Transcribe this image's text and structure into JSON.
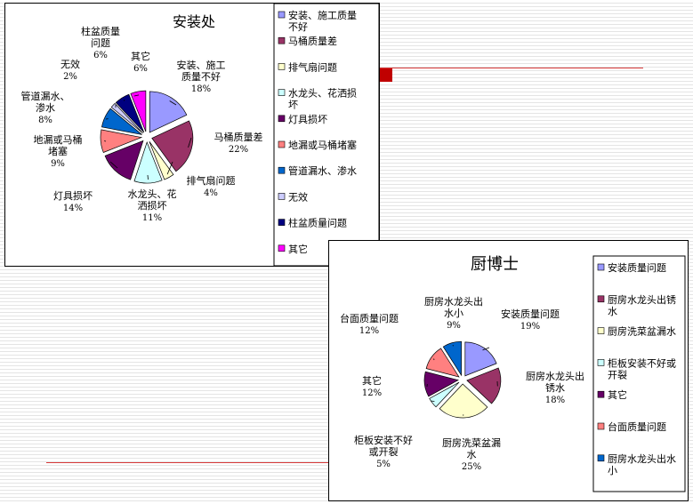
{
  "chart_data": [
    {
      "type": "pie",
      "title": "安装处",
      "legend_position": "right",
      "slices": [
        {
          "name": "安装、施工质量不好",
          "label": "安装、施工\n质量不好",
          "value": 18,
          "pct": "18%",
          "color": "#9999ff"
        },
        {
          "name": "马桶质量差",
          "label": "马桶质量差",
          "value": 22,
          "pct": "22%",
          "color": "#993366"
        },
        {
          "name": "排气扇问题",
          "label": "排气扇问题",
          "value": 4,
          "pct": "4%",
          "color": "#ffffcc"
        },
        {
          "name": "水龙头、花洒损坏",
          "label": "水龙头、花\n洒损坏",
          "value": 11,
          "pct": "11%",
          "color": "#ccffff"
        },
        {
          "name": "灯具损坏",
          "label": "灯具损坏",
          "value": 14,
          "pct": "14%",
          "color": "#660066"
        },
        {
          "name": "地漏或马桶堵塞",
          "label": "地漏或马桶\n堵塞",
          "value": 9,
          "pct": "9%",
          "color": "#ff8080"
        },
        {
          "name": "管道漏水、渗水",
          "label": "管道漏水、\n渗水",
          "value": 8,
          "pct": "8%",
          "color": "#0066cc"
        },
        {
          "name": "无效",
          "label": "无效",
          "value": 2,
          "pct": "2%",
          "color": "#ccccff"
        },
        {
          "name": "柱盆质量问题",
          "label": "柱盆质量\n问题",
          "value": 6,
          "pct": "6%",
          "color": "#000080"
        },
        {
          "name": "其它",
          "label": "其它",
          "value": 6,
          "pct": "6%",
          "color": "#ff00ff"
        }
      ],
      "legend": [
        "安装、施工质量\n不好",
        "马桶质量差",
        "排气扇问题",
        "水龙头、花洒损\n坏",
        "灯具损坏",
        "地漏或马桶堵塞",
        "管道漏水、渗水",
        "无效",
        "柱盆质量问题",
        "其它"
      ]
    },
    {
      "type": "pie",
      "title": "厨博士",
      "legend_position": "right",
      "slices": [
        {
          "name": "安装质量问题",
          "label": "安装质量问题",
          "value": 19,
          "pct": "19%",
          "color": "#9999ff"
        },
        {
          "name": "厨房水龙头出锈水",
          "label": "厨房水龙头出\n锈水",
          "value": 18,
          "pct": "18%",
          "color": "#993366"
        },
        {
          "name": "厨房洗菜盆漏水",
          "label": "厨房洗菜盆漏\n水",
          "value": 25,
          "pct": "25%",
          "color": "#ffffcc"
        },
        {
          "name": "柜板安装不好或开裂",
          "label": "柜板安装不好\n或开裂",
          "value": 5,
          "pct": "5%",
          "color": "#ccffff"
        },
        {
          "name": "其它",
          "label": "其它",
          "value": 12,
          "pct": "12%",
          "color": "#660066"
        },
        {
          "name": "台面质量问题",
          "label": "台面质量问题",
          "value": 12,
          "pct": "12%",
          "color": "#ff8080"
        },
        {
          "name": "厨房水龙头出水小",
          "label": "厨房水龙头出\n水小",
          "value": 9,
          "pct": "9%",
          "color": "#0066cc"
        }
      ],
      "legend": [
        "安装质量问题",
        "厨房水龙头出锈\n水",
        "厨房洗菜盆漏水",
        "柜板安装不好或\n开裂",
        "其它",
        "台面质量问题",
        "厨房水龙头出水\n小"
      ]
    }
  ]
}
